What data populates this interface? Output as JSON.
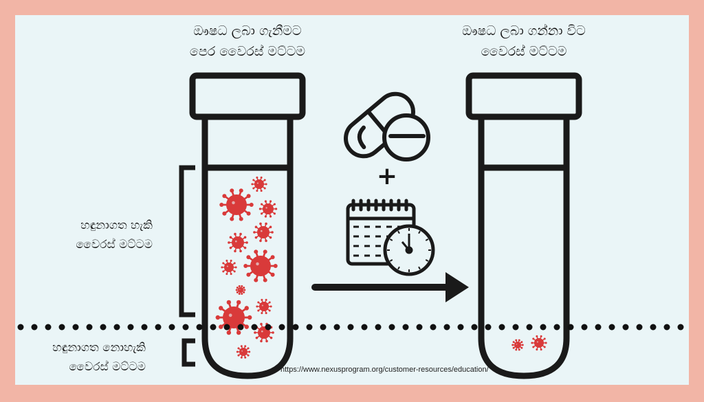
{
  "tube_before": {
    "title_line1": "ඖෂධ ලබා ගැනීමට",
    "title_line2": "පෙර වෛරස් මට්ටම"
  },
  "tube_after": {
    "title_line1": "ඖෂධ ලබා ගන්නා විට",
    "title_line2": "වෛරස් මට්ටම"
  },
  "labels": {
    "detectable_line1": "හඳුනාගත හැකි",
    "detectable_line2": "වෛරස් මට්ටම",
    "undetectable_line1": "හඳුනාගත නොහැකි",
    "undetectable_line2": "වෛරස් මට්ටම"
  },
  "plus_sign": "+",
  "source_url": "https://www.nexusprogram.org/customer-resources/education/",
  "colors": {
    "background_border": "#f2b5a6",
    "panel": "#eaf5f7",
    "virus": "#d93a3a",
    "ink": "#1a1a1a"
  },
  "icons": [
    "test-tube-icon",
    "pill-capsule-icon",
    "tablet-icon",
    "calendar-icon",
    "clock-icon",
    "arrow-right-icon",
    "virus-icon"
  ]
}
